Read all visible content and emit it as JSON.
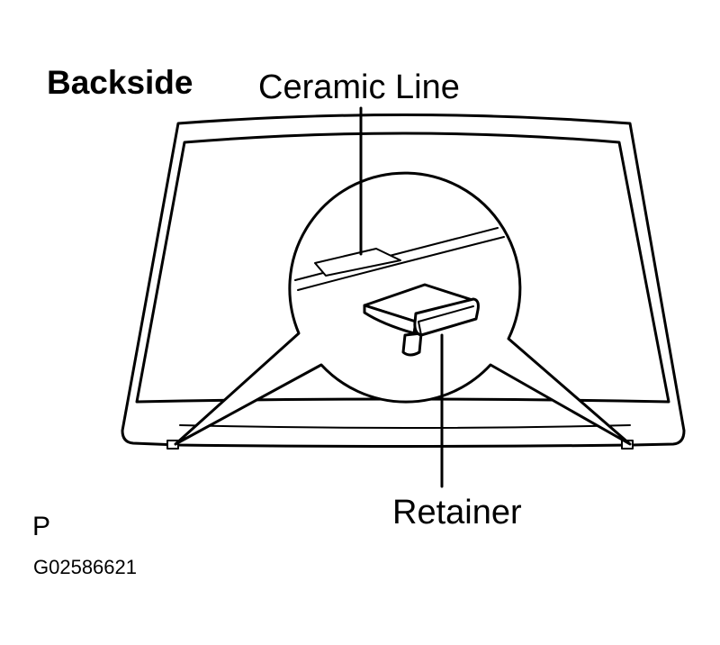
{
  "diagram": {
    "title": "Backside",
    "callouts": {
      "ceramic_line": "Ceramic Line",
      "retainer": "Retainer"
    },
    "page_letter": "P",
    "figure_code": "G02586621"
  }
}
